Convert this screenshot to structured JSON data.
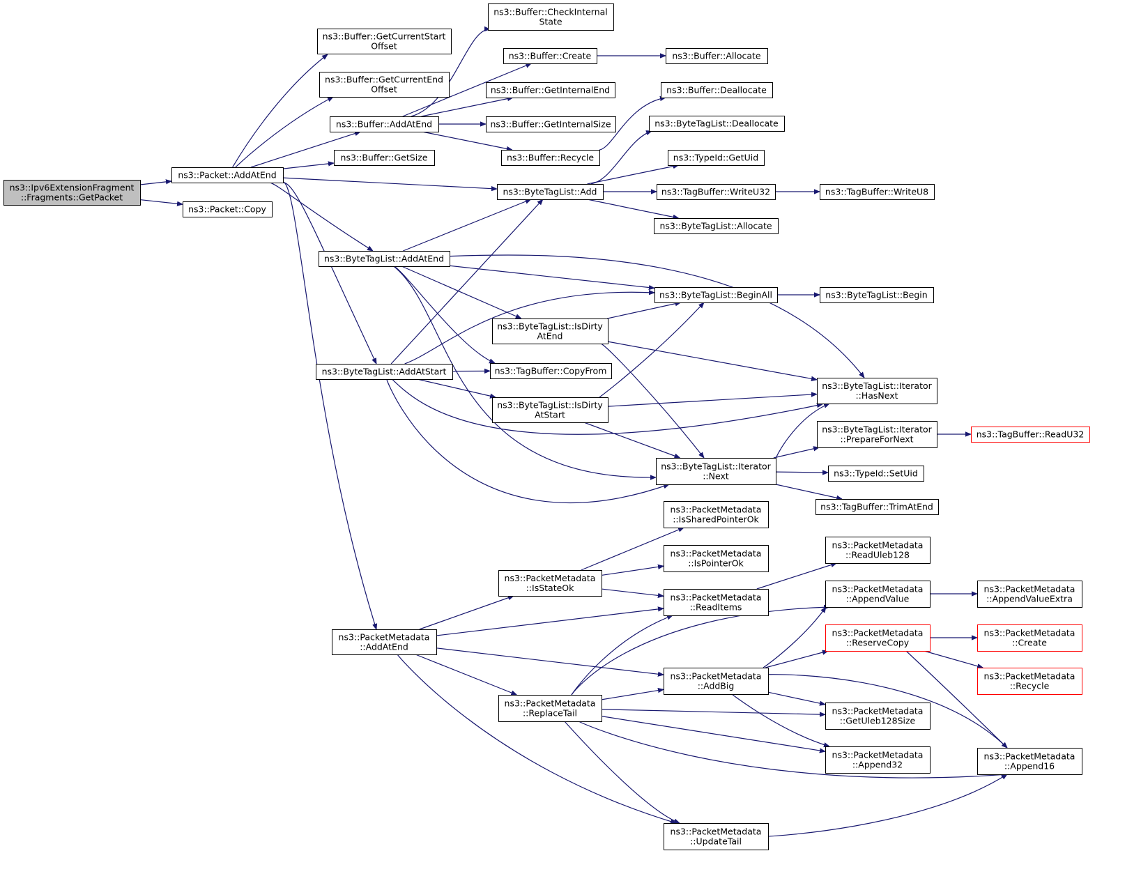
{
  "colors": {
    "edge": "#191970",
    "node_border": "#000000",
    "node_border_truncated": "#ff0000",
    "root_fill": "#bfbfbf",
    "node_fill": "#ffffff"
  },
  "nodes": [
    {
      "id": "root",
      "lines": [
        "ns3::Ipv6ExtensionFragment",
        "::Fragments::GetPacket"
      ],
      "root": true
    },
    {
      "id": "packet_addatend",
      "lines": [
        "ns3::Packet::AddAtEnd"
      ]
    },
    {
      "id": "packet_copy",
      "lines": [
        "ns3::Packet::Copy"
      ]
    },
    {
      "id": "buf_getcurrentstart",
      "lines": [
        "ns3::Buffer::GetCurrentStart",
        "Offset"
      ]
    },
    {
      "id": "buf_getcurrentend",
      "lines": [
        "ns3::Buffer::GetCurrentEnd",
        "Offset"
      ]
    },
    {
      "id": "buf_addatend",
      "lines": [
        "ns3::Buffer::AddAtEnd"
      ]
    },
    {
      "id": "buf_getsize",
      "lines": [
        "ns3::Buffer::GetSize"
      ]
    },
    {
      "id": "btl_addatend",
      "lines": [
        "ns3::ByteTagList::AddAtEnd"
      ]
    },
    {
      "id": "btl_addatstart",
      "lines": [
        "ns3::ByteTagList::AddAtStart"
      ]
    },
    {
      "id": "pm_addatend",
      "lines": [
        "ns3::PacketMetadata",
        "::AddAtEnd"
      ]
    },
    {
      "id": "buf_checkinternal",
      "lines": [
        "ns3::Buffer::CheckInternal",
        "State"
      ]
    },
    {
      "id": "buf_create",
      "lines": [
        "ns3::Buffer::Create"
      ]
    },
    {
      "id": "buf_getinternalend",
      "lines": [
        "ns3::Buffer::GetInternalEnd"
      ]
    },
    {
      "id": "buf_getinternalsize",
      "lines": [
        "ns3::Buffer::GetInternalSize"
      ]
    },
    {
      "id": "buf_recycle",
      "lines": [
        "ns3::Buffer::Recycle"
      ]
    },
    {
      "id": "btl_add",
      "lines": [
        "ns3::ByteTagList::Add"
      ]
    },
    {
      "id": "btl_isdirtyatend",
      "lines": [
        "ns3::ByteTagList::IsDirty",
        "AtEnd"
      ]
    },
    {
      "id": "tb_copyfrom",
      "lines": [
        "ns3::TagBuffer::CopyFrom"
      ]
    },
    {
      "id": "btl_isdirtyatstart",
      "lines": [
        "ns3::ByteTagList::IsDirty",
        "AtStart"
      ]
    },
    {
      "id": "pm_isstateok",
      "lines": [
        "ns3::PacketMetadata",
        "::IsStateOk"
      ]
    },
    {
      "id": "pm_replacetail",
      "lines": [
        "ns3::PacketMetadata",
        "::ReplaceTail"
      ]
    },
    {
      "id": "buf_allocate",
      "lines": [
        "ns3::Buffer::Allocate"
      ]
    },
    {
      "id": "buf_deallocate",
      "lines": [
        "ns3::Buffer::Deallocate"
      ]
    },
    {
      "id": "btl_deallocate",
      "lines": [
        "ns3::ByteTagList::Deallocate"
      ]
    },
    {
      "id": "typeid_getuid",
      "lines": [
        "ns3::TypeId::GetUid"
      ]
    },
    {
      "id": "tb_writeu32",
      "lines": [
        "ns3::TagBuffer::WriteU32"
      ]
    },
    {
      "id": "btl_allocate",
      "lines": [
        "ns3::ByteTagList::Allocate"
      ]
    },
    {
      "id": "btl_beginall",
      "lines": [
        "ns3::ByteTagList::BeginAll"
      ]
    },
    {
      "id": "btl_iter_next",
      "lines": [
        "ns3::ByteTagList::Iterator",
        "::Next"
      ]
    },
    {
      "id": "pm_issharedpointerok",
      "lines": [
        "ns3::PacketMetadata",
        "::IsSharedPointerOk"
      ]
    },
    {
      "id": "pm_ispointerok",
      "lines": [
        "ns3::PacketMetadata",
        "::IsPointerOk"
      ]
    },
    {
      "id": "pm_readitems",
      "lines": [
        "ns3::PacketMetadata",
        "::ReadItems"
      ]
    },
    {
      "id": "pm_addbig",
      "lines": [
        "ns3::PacketMetadata",
        "::AddBig"
      ]
    },
    {
      "id": "pm_updatetail",
      "lines": [
        "ns3::PacketMetadata",
        "::UpdateTail"
      ]
    },
    {
      "id": "tb_writeu8",
      "lines": [
        "ns3::TagBuffer::WriteU8"
      ]
    },
    {
      "id": "btl_begin",
      "lines": [
        "ns3::ByteTagList::Begin"
      ]
    },
    {
      "id": "btl_iter_hasnext",
      "lines": [
        "ns3::ByteTagList::Iterator",
        "::HasNext"
      ]
    },
    {
      "id": "btl_iter_preparefornext",
      "lines": [
        "ns3::ByteTagList::Iterator",
        "::PrepareForNext"
      ]
    },
    {
      "id": "typeid_setuid",
      "lines": [
        "ns3::TypeId::SetUid"
      ]
    },
    {
      "id": "tb_trimatend",
      "lines": [
        "ns3::TagBuffer::TrimAtEnd"
      ]
    },
    {
      "id": "pm_readuleb128",
      "lines": [
        "ns3::PacketMetadata",
        "::ReadUleb128"
      ]
    },
    {
      "id": "pm_appendvalue",
      "lines": [
        "ns3::PacketMetadata",
        "::AppendValue"
      ]
    },
    {
      "id": "pm_reservecopy",
      "lines": [
        "ns3::PacketMetadata",
        "::ReserveCopy"
      ],
      "truncated": true
    },
    {
      "id": "pm_getuleb128size",
      "lines": [
        "ns3::PacketMetadata",
        "::GetUleb128Size"
      ]
    },
    {
      "id": "pm_append32",
      "lines": [
        "ns3::PacketMetadata",
        "::Append32"
      ]
    },
    {
      "id": "tb_readu32",
      "lines": [
        "ns3::TagBuffer::ReadU32"
      ],
      "truncated": true
    },
    {
      "id": "pm_appendvalueextra",
      "lines": [
        "ns3::PacketMetadata",
        "::AppendValueExtra"
      ]
    },
    {
      "id": "pm_create",
      "lines": [
        "ns3::PacketMetadata",
        "::Create"
      ],
      "truncated": true
    },
    {
      "id": "pm_recycle",
      "lines": [
        "ns3::PacketMetadata",
        "::Recycle"
      ],
      "truncated": true
    },
    {
      "id": "pm_append16",
      "lines": [
        "ns3::PacketMetadata",
        "::Append16"
      ]
    }
  ],
  "edges": [
    [
      "root",
      "packet_addatend"
    ],
    [
      "root",
      "packet_copy"
    ],
    [
      "packet_addatend",
      "buf_getcurrentstart"
    ],
    [
      "packet_addatend",
      "buf_getcurrentend"
    ],
    [
      "packet_addatend",
      "buf_addatend"
    ],
    [
      "packet_addatend",
      "buf_getsize"
    ],
    [
      "packet_addatend",
      "btl_add"
    ],
    [
      "packet_addatend",
      "btl_addatend"
    ],
    [
      "packet_addatend",
      "btl_addatstart"
    ],
    [
      "packet_addatend",
      "pm_addatend"
    ],
    [
      "buf_addatend",
      "buf_checkinternal"
    ],
    [
      "buf_addatend",
      "buf_create"
    ],
    [
      "buf_addatend",
      "buf_getinternalend"
    ],
    [
      "buf_addatend",
      "buf_getinternalsize"
    ],
    [
      "buf_addatend",
      "buf_recycle"
    ],
    [
      "buf_create",
      "buf_allocate"
    ],
    [
      "buf_recycle",
      "buf_deallocate"
    ],
    [
      "btl_add",
      "btl_deallocate"
    ],
    [
      "btl_add",
      "typeid_getuid"
    ],
    [
      "btl_add",
      "tb_writeu32"
    ],
    [
      "btl_add",
      "btl_allocate"
    ],
    [
      "tb_writeu32",
      "tb_writeu8"
    ],
    [
      "btl_addatend",
      "btl_add"
    ],
    [
      "btl_addatend",
      "btl_beginall"
    ],
    [
      "btl_addatend",
      "btl_iter_hasnext"
    ],
    [
      "btl_addatend",
      "btl_isdirtyatend"
    ],
    [
      "btl_addatend",
      "tb_copyfrom"
    ],
    [
      "btl_addatend",
      "btl_iter_next"
    ],
    [
      "btl_addatstart",
      "btl_add"
    ],
    [
      "btl_addatstart",
      "btl_beginall"
    ],
    [
      "btl_addatstart",
      "tb_copyfrom"
    ],
    [
      "btl_addatstart",
      "btl_isdirtyatstart"
    ],
    [
      "btl_addatstart",
      "btl_iter_hasnext"
    ],
    [
      "btl_addatstart",
      "btl_iter_next"
    ],
    [
      "btl_isdirtyatend",
      "btl_beginall"
    ],
    [
      "btl_isdirtyatend",
      "btl_iter_hasnext"
    ],
    [
      "btl_isdirtyatend",
      "btl_iter_next"
    ],
    [
      "btl_isdirtyatstart",
      "btl_beginall"
    ],
    [
      "btl_isdirtyatstart",
      "btl_iter_hasnext"
    ],
    [
      "btl_isdirtyatstart",
      "btl_iter_next"
    ],
    [
      "btl_beginall",
      "btl_begin"
    ],
    [
      "btl_iter_next",
      "btl_iter_hasnext"
    ],
    [
      "btl_iter_next",
      "btl_iter_preparefornext"
    ],
    [
      "btl_iter_next",
      "typeid_setuid"
    ],
    [
      "btl_iter_next",
      "tb_trimatend"
    ],
    [
      "btl_iter_preparefornext",
      "tb_readu32"
    ],
    [
      "pm_addatend",
      "pm_isstateok"
    ],
    [
      "pm_addatend",
      "pm_readitems"
    ],
    [
      "pm_addatend",
      "pm_addbig"
    ],
    [
      "pm_addatend",
      "pm_replacetail"
    ],
    [
      "pm_addatend",
      "pm_updatetail"
    ],
    [
      "pm_isstateok",
      "pm_issharedpointerok"
    ],
    [
      "pm_isstateok",
      "pm_ispointerok"
    ],
    [
      "pm_isstateok",
      "pm_readitems"
    ],
    [
      "pm_readitems",
      "pm_readuleb128"
    ],
    [
      "pm_replacetail",
      "pm_readitems"
    ],
    [
      "pm_replacetail",
      "pm_appendvalue"
    ],
    [
      "pm_replacetail",
      "pm_addbig"
    ],
    [
      "pm_replacetail",
      "pm_getuleb128size"
    ],
    [
      "pm_replacetail",
      "pm_append32"
    ],
    [
      "pm_replacetail",
      "pm_append16"
    ],
    [
      "pm_replacetail",
      "pm_updatetail"
    ],
    [
      "pm_addbig",
      "pm_appendvalue"
    ],
    [
      "pm_addbig",
      "pm_reservecopy"
    ],
    [
      "pm_addbig",
      "pm_getuleb128size"
    ],
    [
      "pm_addbig",
      "pm_append32"
    ],
    [
      "pm_addbig",
      "pm_append16"
    ],
    [
      "pm_appendvalue",
      "pm_appendvalueextra"
    ],
    [
      "pm_reservecopy",
      "pm_create"
    ],
    [
      "pm_reservecopy",
      "pm_recycle"
    ],
    [
      "pm_reservecopy",
      "pm_append16"
    ],
    [
      "pm_updatetail",
      "pm_append16"
    ]
  ]
}
